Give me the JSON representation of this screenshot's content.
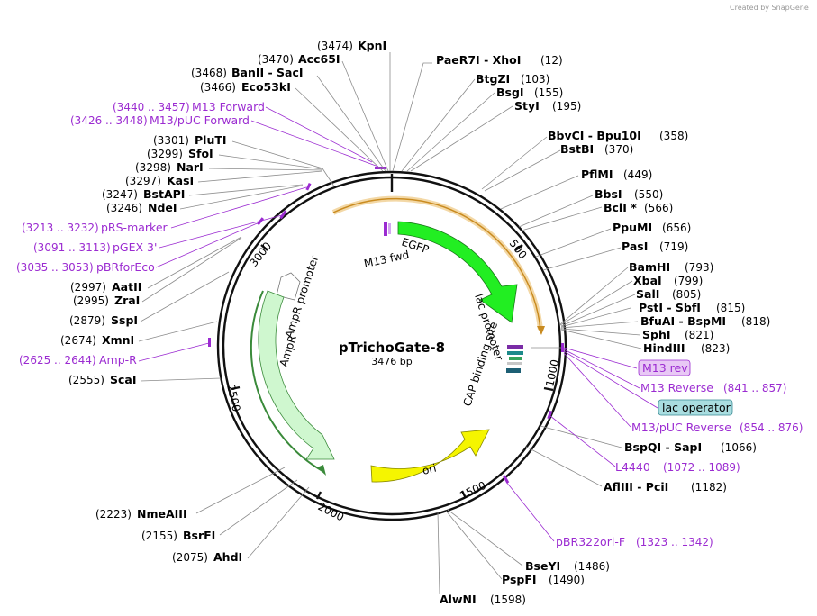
{
  "watermark": "Created by SnapGene",
  "plasmid": {
    "name": "pTrichoGate-8",
    "size": "3476 bp"
  },
  "colors": {
    "egfp": "#22ee22",
    "ampr": "#cff7cf",
    "ori": "#f5f500",
    "primer": "#9b2bd1",
    "orange": "#f0c070"
  },
  "sites": [
    {
      "name": "KpnI",
      "pos": "(3474)"
    },
    {
      "name": "Acc65I",
      "pos": "(3470)"
    },
    {
      "name": "BanII  - SacI",
      "pos": "(3468)"
    },
    {
      "name": "Eco53kI",
      "pos": "(3466)"
    },
    {
      "name": "PluTI",
      "pos": "(3301)"
    },
    {
      "name": "SfoI",
      "pos": "(3299)"
    },
    {
      "name": "NarI",
      "pos": "(3298)"
    },
    {
      "name": "KasI",
      "pos": "(3297)"
    },
    {
      "name": "BstAPI",
      "pos": "(3247)"
    },
    {
      "name": "NdeI",
      "pos": "(3246)"
    },
    {
      "name": "AatII",
      "pos": "(2997)"
    },
    {
      "name": "ZraI",
      "pos": "(2995)"
    },
    {
      "name": "SspI",
      "pos": "(2879)"
    },
    {
      "name": "XmnI",
      "pos": "(2674)"
    },
    {
      "name": "ScaI",
      "pos": "(2555)"
    },
    {
      "name": "NmeAIII",
      "pos": "(2223)"
    },
    {
      "name": "BsrFI",
      "pos": "(2155)"
    },
    {
      "name": "AhdI",
      "pos": "(2075)"
    },
    {
      "name": "PaeR7I  - XhoI",
      "pos": "(12)"
    },
    {
      "name": "BtgZI",
      "pos": "(103)"
    },
    {
      "name": "BsgI",
      "pos": "(155)"
    },
    {
      "name": "StyI",
      "pos": "(195)"
    },
    {
      "name": "BbvCI  - Bpu10I",
      "pos": "(358)"
    },
    {
      "name": "BstBI",
      "pos": "(370)"
    },
    {
      "name": "PflMI",
      "pos": "(449)"
    },
    {
      "name": "BbsI",
      "pos": "(550)"
    },
    {
      "name": "BclI *",
      "pos": "(566)"
    },
    {
      "name": "PpuMI",
      "pos": "(656)"
    },
    {
      "name": "PasI",
      "pos": "(719)"
    },
    {
      "name": "BamHI",
      "pos": "(793)"
    },
    {
      "name": "XbaI",
      "pos": "(799)"
    },
    {
      "name": "SalI",
      "pos": "(805)"
    },
    {
      "name": "PstI  - SbfI",
      "pos": "(815)"
    },
    {
      "name": "BfuAI  - BspMI",
      "pos": "(818)"
    },
    {
      "name": "SphI",
      "pos": "(821)"
    },
    {
      "name": "HindIII",
      "pos": "(823)"
    },
    {
      "name": "BspQI  - SapI",
      "pos": "(1066)"
    },
    {
      "name": "AflIII  - PciI",
      "pos": "(1182)"
    },
    {
      "name": "BseYI",
      "pos": "(1486)"
    },
    {
      "name": "PspFI",
      "pos": "(1490)"
    },
    {
      "name": "AlwNI",
      "pos": "(1598)"
    }
  ],
  "features": [
    {
      "name": "M13 Forward",
      "pos": "(3440 .. 3457)"
    },
    {
      "name": "M13/pUC Forward",
      "pos": "(3426 .. 3448)"
    },
    {
      "name": "pRS-marker",
      "pos": "(3213 .. 3232)"
    },
    {
      "name": "pGEX 3'",
      "pos": "(3091 .. 3113)"
    },
    {
      "name": "pBRforEco",
      "pos": "(3035 .. 3053)"
    },
    {
      "name": "Amp-R",
      "pos": "(2625 .. 2644)"
    },
    {
      "name": "M13 rev",
      "pos": ""
    },
    {
      "name": "M13 Reverse",
      "pos": "(841 .. 857)"
    },
    {
      "name": "lac operator",
      "pos": ""
    },
    {
      "name": "M13/pUC Reverse",
      "pos": "(854 .. 876)"
    },
    {
      "name": "L4440",
      "pos": "(1072 .. 1089)"
    },
    {
      "name": "pBR322ori-F",
      "pos": "(1323 .. 1342)"
    }
  ],
  "ticks": [
    "500",
    "1000",
    "1500",
    "2000",
    "2500",
    "3000"
  ],
  "inner": {
    "egfp": "EGFP",
    "m13fwd": "M13 fwd",
    "lac_promoter": "lac promoter",
    "cap_site": "CAP binding site",
    "ampr_promoter": "AmpR promoter",
    "ampr": "AmpR",
    "ori": "ori"
  }
}
